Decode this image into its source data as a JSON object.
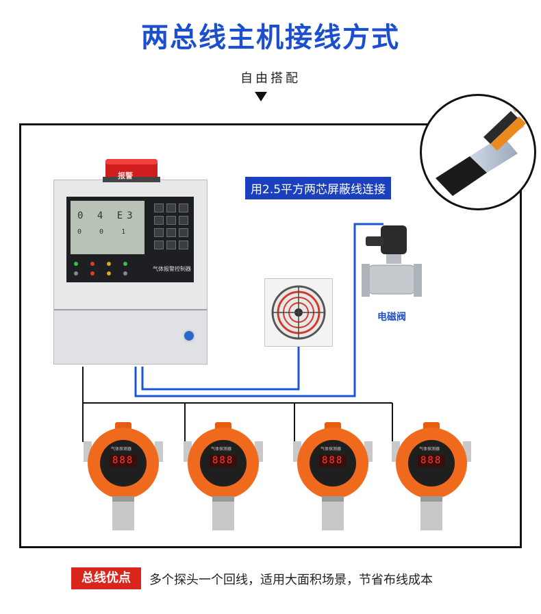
{
  "title": "两总线主机接线方式",
  "subtitle": "自由搭配",
  "wire_label": "用2.5平方两芯屏蔽线连接",
  "controller": {
    "lcd_top": "0 4   E3",
    "lcd_bottom": "0 0 1",
    "panel_name": "气体报警控制器",
    "alarm_lamp_text": "报警"
  },
  "devices": {
    "fan_name": "fan",
    "valve_label": "电磁阀"
  },
  "detectors": [
    {
      "display": "888",
      "brand": "气体探测器"
    },
    {
      "display": "888",
      "brand": "气体探测器"
    },
    {
      "display": "888",
      "brand": "气体探测器"
    },
    {
      "display": "888",
      "brand": "气体探测器"
    }
  ],
  "footer": {
    "badge": "总线优点",
    "text": "多个探头一个回线，适用大面积场景，节省布线成本"
  },
  "colors": {
    "title_blue": "#1b4fd0",
    "wire_blue": "#1a3fbf",
    "detector_orange": "#f06a1e",
    "badge_red": "#d9261c"
  }
}
